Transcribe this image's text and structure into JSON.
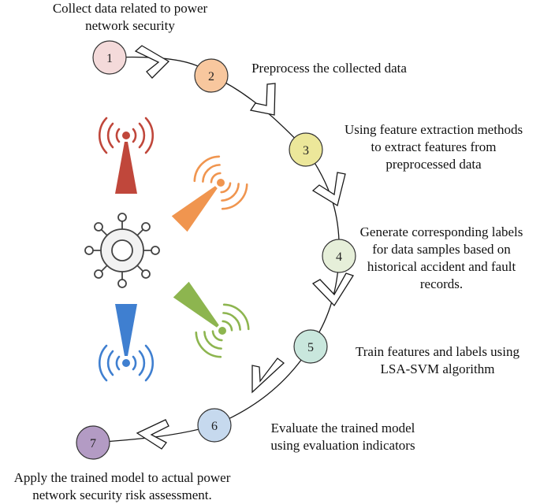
{
  "steps": [
    {
      "number": "1",
      "text": "Collect data related to power\nnetwork security",
      "color": "#f4dada"
    },
    {
      "number": "2",
      "text": "Preprocess the collected data",
      "color": "#f8c79e"
    },
    {
      "number": "3",
      "text": "Using feature extraction methods\nto extract features from\npreprocessed data",
      "color": "#ece79a"
    },
    {
      "number": "4",
      "text": "Generate corresponding labels\nfor data samples based on\nhistorical accident and fault\nrecords.",
      "color": "#e6efd9"
    },
    {
      "number": "5",
      "text": "Train features and labels using\nLSA-SVM algorithm",
      "color": "#c9e7dd"
    },
    {
      "number": "6",
      "text": "Evaluate the trained model\nusing evaluation indicators",
      "color": "#c6d9ee"
    },
    {
      "number": "7",
      "text": "Apply the trained model to actual power\nnetwork security risk assessment.",
      "color": "#b39bc4"
    }
  ],
  "icons": {
    "tower_red": {
      "name": "signal-tower-icon",
      "color": "#c0473b"
    },
    "tower_orange": {
      "name": "signal-tower-icon",
      "color": "#f0954f"
    },
    "tower_green": {
      "name": "signal-tower-icon",
      "color": "#8db54f"
    },
    "tower_blue": {
      "name": "signal-tower-icon",
      "color": "#3f7fd0"
    },
    "network_hub": {
      "name": "network-hub-icon",
      "color": "#444444"
    }
  }
}
